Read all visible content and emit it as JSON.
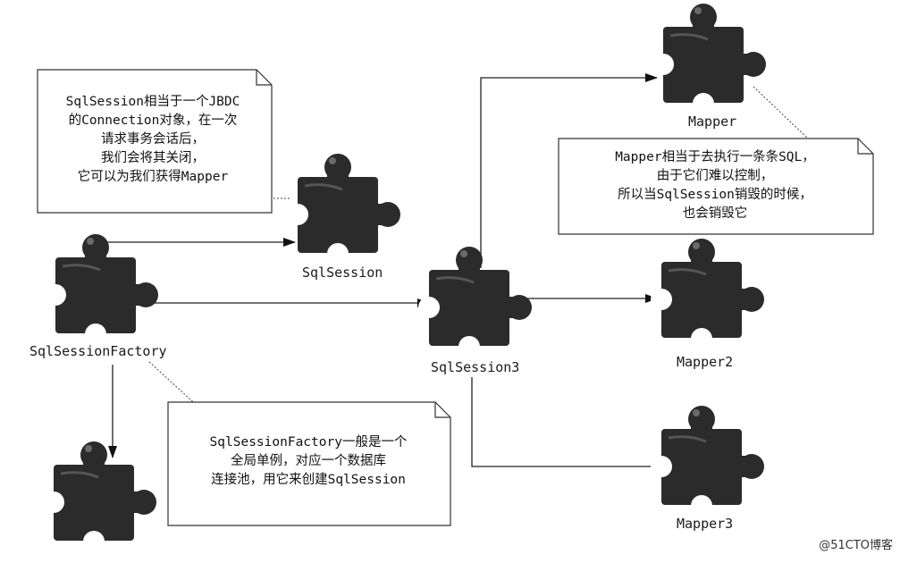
{
  "labels": {
    "factory": "SqlSessionFactory",
    "session": "SqlSession",
    "session3": "SqlSession3",
    "mapper": "Mapper",
    "mapper2": "Mapper2",
    "mapper3": "Mapper3"
  },
  "notes": {
    "session": [
      "SqlSession相当于一个JBDC",
      "的Connection对象，在一次",
      "请求事务会话后，",
      "我们会将其关闭，",
      "它可以为我们获得Mapper"
    ],
    "mapper": [
      "Mapper相当于去执行一条条SQL，",
      "由于它们难以控制，",
      "所以当SqlSession销毁的时候，",
      "也会销毁它"
    ],
    "factory": [
      "SqlSessionFactory一般是一个",
      "全局单例，对应一个数据库",
      "连接池，用它来创建SqlSession"
    ]
  },
  "watermark": "@51CTO博客",
  "colors": {
    "piece": "#2b2b2b",
    "line": "#222222",
    "note_border": "#333333"
  }
}
